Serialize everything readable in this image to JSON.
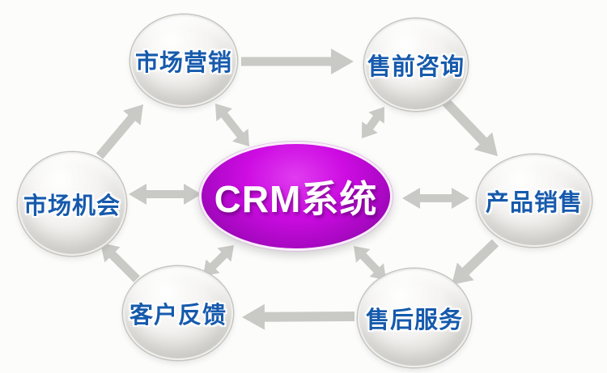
{
  "diagram": {
    "type": "hub-and-spoke-flow",
    "center": {
      "id": "crm",
      "label": "CRM系统"
    },
    "nodes": [
      {
        "id": "marketing",
        "label": "市场营销"
      },
      {
        "id": "presales",
        "label": "售前咨询"
      },
      {
        "id": "market-opportunity",
        "label": "市场机会"
      },
      {
        "id": "product-sales",
        "label": "产品销售"
      },
      {
        "id": "customer-feedback",
        "label": "客户反馈"
      },
      {
        "id": "after-sales",
        "label": "售后服务"
      }
    ],
    "edges": [
      {
        "from": "marketing",
        "to": "presales",
        "bidirectional": false
      },
      {
        "from": "market-opportunity",
        "to": "marketing",
        "bidirectional": false
      },
      {
        "from": "marketing",
        "to": "crm",
        "bidirectional": true
      },
      {
        "from": "presales",
        "to": "crm",
        "bidirectional": true
      },
      {
        "from": "presales",
        "to": "product-sales",
        "bidirectional": false
      },
      {
        "from": "market-opportunity",
        "to": "crm",
        "bidirectional": true
      },
      {
        "from": "crm",
        "to": "product-sales",
        "bidirectional": true
      },
      {
        "from": "crm",
        "to": "customer-feedback",
        "bidirectional": true
      },
      {
        "from": "crm",
        "to": "after-sales",
        "bidirectional": true
      },
      {
        "from": "product-sales",
        "to": "after-sales",
        "bidirectional": false
      },
      {
        "from": "after-sales",
        "to": "customer-feedback",
        "bidirectional": false
      },
      {
        "from": "customer-feedback",
        "to": "market-opportunity",
        "bidirectional": false
      }
    ],
    "colors": {
      "background": "#fcfcfb",
      "arrow": "#c9c9c6",
      "node_text": "#165aac",
      "node_fill_light": "#f4f3f1",
      "node_fill_dark": "#d0cfcb",
      "center_gradient_top": "#e03cf0",
      "center_gradient_bottom": "#7d0a96",
      "center_text": "#ffffff"
    }
  }
}
